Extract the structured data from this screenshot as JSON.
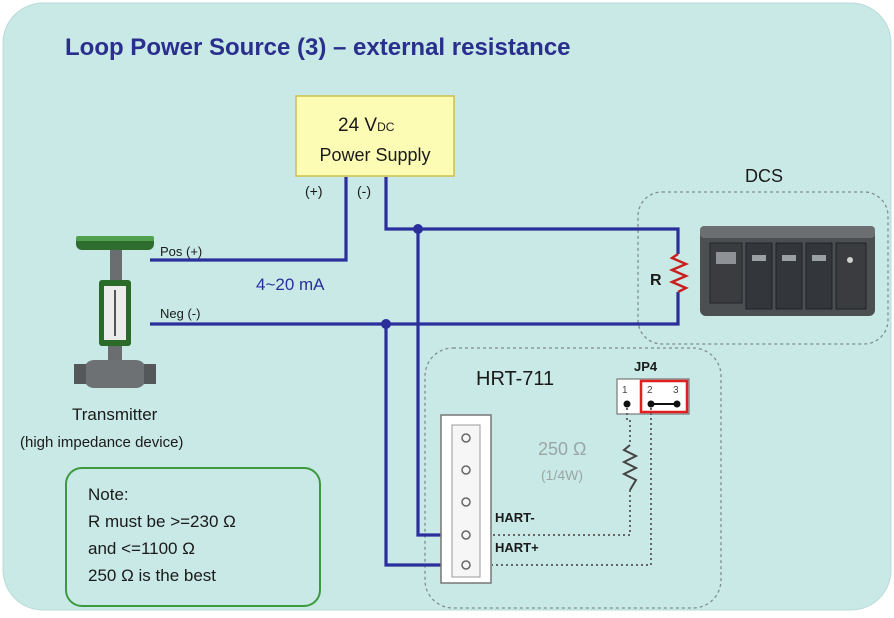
{
  "title": "Loop Power Source (3) – external resistance",
  "power_supply": {
    "line1": "24 V",
    "line1_sub": "DC",
    "line2": "Power Supply",
    "pos_label": "(+)",
    "neg_label": "(-)"
  },
  "current_label": "4~20 mA",
  "dcs": {
    "label": "DCS",
    "resistor_label": "R"
  },
  "transmitter": {
    "pos_label": "Pos (+)",
    "neg_label": "Neg (-)",
    "name": "Transmitter",
    "description": "(high impedance device)"
  },
  "hrt": {
    "label": "HRT-711",
    "jumper_label": "JP4",
    "pins": [
      "1",
      "2",
      "3"
    ],
    "resistor_value": "250 Ω",
    "resistor_rating": "(1/4W)",
    "hart_minus": "HART-",
    "hart_plus": "HART+"
  },
  "note": {
    "line1": "Note:",
    "line2": "R must be >=230 Ω",
    "line3": "and <=1100 Ω",
    "line4": "250 Ω is the best"
  },
  "colors": {
    "background": "#c8e9e6",
    "wire": "#2b2f9c",
    "title": "#2a2f8e",
    "power_box": "#fdfcb4",
    "power_box_border": "#cfc04a",
    "note_border": "#3c9a3c",
    "jumper_highlight": "#e02020",
    "faint_text": "#9aa6a4"
  }
}
